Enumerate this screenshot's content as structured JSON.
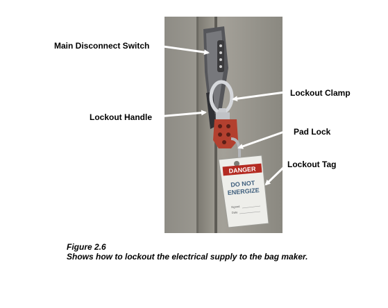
{
  "labels": {
    "main_switch": "Main Disconnect Switch",
    "lockout_handle": "Lockout Handle",
    "lockout_clamp": "Lockout Clamp",
    "pad_lock": "Pad Lock",
    "lockout_tag": "Lockout Tag"
  },
  "tag": {
    "header": "DANGER",
    "line1": "DO NOT",
    "line2": "ENERGIZE",
    "field1": "Signed",
    "field2": "Date"
  },
  "caption": {
    "figure": "Figure 2.6",
    "text": "Shows how to lockout the electrical supply to the bag maker."
  }
}
